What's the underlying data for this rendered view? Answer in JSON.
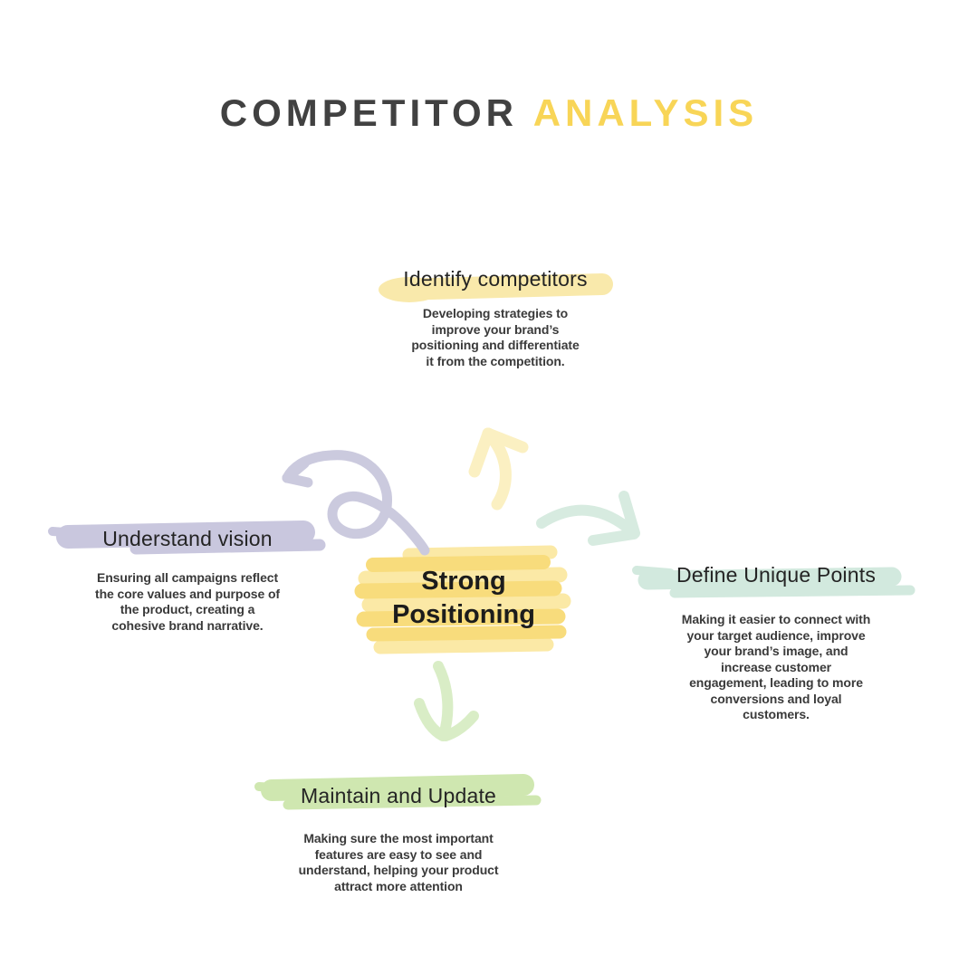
{
  "title": {
    "dark": "COMPETITOR",
    "separator": " ",
    "accent": "ANALYSIS"
  },
  "center": {
    "lines": [
      "Strong",
      "Positioning"
    ]
  },
  "sections": {
    "top": {
      "heading": "Identify competitors",
      "body": [
        "Developing strategies to",
        "improve your brand’s",
        "positioning and differentiate",
        "it from the competition."
      ]
    },
    "left": {
      "heading": "Understand vision",
      "body": [
        "Ensuring all campaigns reflect",
        "the core values and purpose of",
        "the product, creating a",
        "cohesive brand narrative."
      ]
    },
    "right": {
      "heading": "Define Unique Points",
      "body": [
        "Making it easier to connect with",
        "your target audience, improve",
        "your brand’s image, and",
        "increase customer",
        "engagement, leading to more",
        "conversions and loyal",
        "customers."
      ]
    },
    "bottom": {
      "heading": "Maintain and Update",
      "body": [
        "Making sure the most important",
        "features are easy to see and",
        "understand, helping your product",
        "attract more attention"
      ]
    }
  },
  "colors": {
    "title_dark": "#414141",
    "title_accent": "#f8d557",
    "heading_text": "#242424",
    "body_text": "#3a3a3a",
    "highlight_yellow": "#f9e9ab",
    "highlight_purple": "#c9c7de",
    "highlight_mint": "#d2e9de",
    "highlight_green": "#cfe7b0",
    "scribble_light": "#fbe9a6",
    "scribble_medium": "#f8dc7c",
    "arrow_yellow": "#fbf0c2",
    "arrow_purple": "#cbcade",
    "arrow_mint": "#d7ebe0",
    "arrow_green": "#d9edc6"
  }
}
